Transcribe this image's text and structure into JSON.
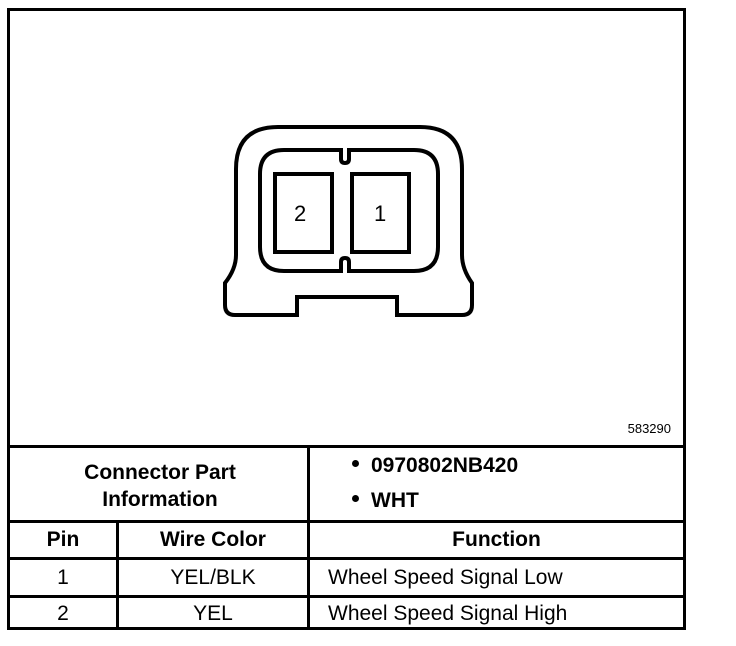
{
  "figure": {
    "id": "583290",
    "pins": [
      "2",
      "1"
    ]
  },
  "connector_info": {
    "label": "Connector Part Information",
    "items": [
      "0970802NB420",
      "WHT"
    ]
  },
  "table": {
    "headers": [
      "Pin",
      "Wire Color",
      "Function"
    ],
    "rows": [
      {
        "pin": "1",
        "color": "YEL/BLK",
        "function": "Wheel Speed Signal Low"
      },
      {
        "pin": "2",
        "color": "YEL",
        "function": "Wheel Speed Signal High"
      }
    ]
  }
}
